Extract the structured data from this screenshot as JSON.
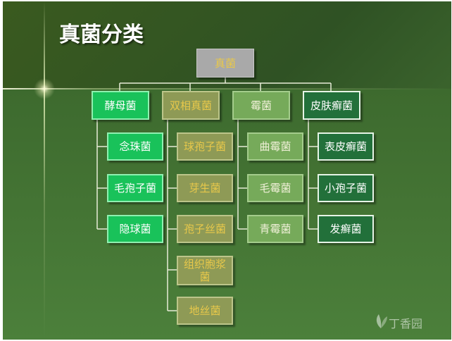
{
  "title": "真菌分类",
  "root": "真菌",
  "groups": [
    {
      "label": "酵母菌",
      "children": [
        "念珠菌",
        "毛孢子菌",
        "隐球菌"
      ]
    },
    {
      "label": "双相真菌",
      "children": [
        "球孢子菌",
        "芽生菌",
        "孢子丝菌",
        "组织胞浆菌",
        "地丝菌"
      ]
    },
    {
      "label": "霉菌",
      "children": [
        "曲霉菌",
        "毛霉菌",
        "青霉菌"
      ]
    },
    {
      "label": "皮肤癣菌",
      "children": [
        "表皮癣菌",
        "小孢子菌",
        "发癣菌"
      ]
    }
  ],
  "watermark": "丁香园",
  "icons": {
    "watermark": "leaf-logo-icon"
  },
  "colors": {
    "group1": "#19c25a",
    "group2": "#8e9a56",
    "group3": "#76aa5a",
    "group4": "#22703a",
    "root": "#a9a9a9"
  }
}
